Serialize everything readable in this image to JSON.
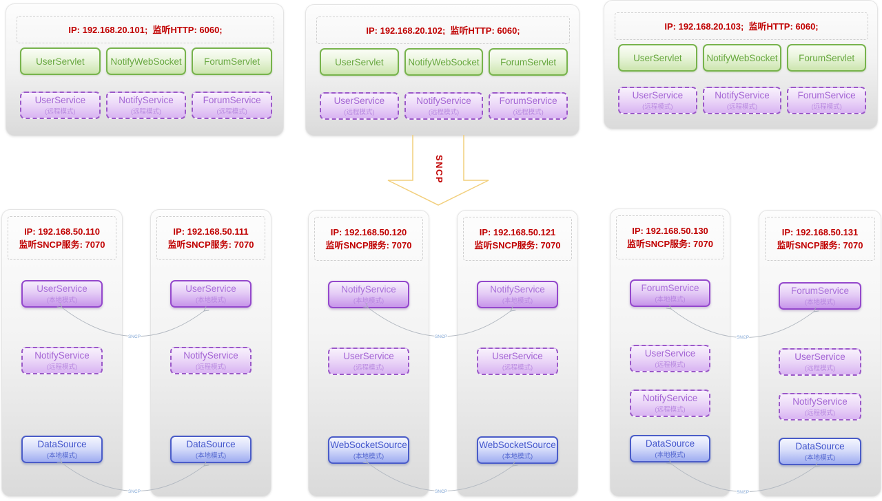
{
  "colors": {
    "header_text": "#c00000",
    "servlet_green_border": "#77b34c",
    "servlet_green_text": "#67a73e",
    "service_purple_border": "#9b59c8",
    "service_purple_text": "#a465d4",
    "source_blue_border": "#4a5cc8",
    "source_blue_text": "#4457cc",
    "container_gradient_bottom": "#dadada",
    "big_arrow_outline": "#f2cf7c",
    "connection_line": "#b4bac2"
  },
  "top_servers": [
    {
      "header": "IP: 192.168.20.101;  监听HTTP: 6060;",
      "servlets": [
        "UserServlet",
        "NotifyWebSocket",
        "ForumServlet"
      ],
      "services": [
        {
          "name": "UserService",
          "mode": "(远程模式)"
        },
        {
          "name": "NotifyService",
          "mode": "(远程模式)"
        },
        {
          "name": "ForumService",
          "mode": "(远程模式)"
        }
      ]
    },
    {
      "header": "IP: 192.168.20.102;  监听HTTP: 6060;",
      "servlets": [
        "UserServlet",
        "NotifyWebSocket",
        "ForumServlet"
      ],
      "services": [
        {
          "name": "UserService",
          "mode": "(远程模式)"
        },
        {
          "name": "NotifyService",
          "mode": "(远程模式)"
        },
        {
          "name": "ForumService",
          "mode": "(远程模式)"
        }
      ]
    },
    {
      "header": "IP: 192.168.20.103;  监听HTTP: 6060;",
      "servlets": [
        "UserServlet",
        "NotifyWebSocket",
        "ForumServlet"
      ],
      "services": [
        {
          "name": "UserService",
          "mode": "(远程模式)"
        },
        {
          "name": "NotifyService",
          "mode": "(远程模式)"
        },
        {
          "name": "ForumService",
          "mode": "(远程模式)"
        }
      ]
    }
  ],
  "sncp_arrow_label": "SNCP",
  "bottom_servers": [
    {
      "ip": "IP: 192.168.50.110",
      "listen": "监听SNCP服务: 7070",
      "items": [
        {
          "name": "UserService",
          "mode": "(本地模式)"
        },
        {
          "name": "NotifyService",
          "mode": "(远程模式)"
        },
        {
          "name": "DataSource",
          "mode": "(本地模式)"
        }
      ]
    },
    {
      "ip": "IP: 192.168.50.111",
      "listen": "监听SNCP服务: 7070",
      "items": [
        {
          "name": "UserService",
          "mode": "(本地模式)"
        },
        {
          "name": "NotifyService",
          "mode": "(远程模式)"
        },
        {
          "name": "DataSource",
          "mode": "(本地模式)"
        }
      ]
    },
    {
      "ip": "IP: 192.168.50.120",
      "listen": "监听SNCP服务: 7070",
      "items": [
        {
          "name": "NotifyService",
          "mode": "(本地模式)"
        },
        {
          "name": "UserService",
          "mode": "(远程模式)"
        },
        {
          "name": "WebSocketSource",
          "mode": "(本地模式)"
        }
      ]
    },
    {
      "ip": "IP: 192.168.50.121",
      "listen": "监听SNCP服务: 7070",
      "items": [
        {
          "name": "NotifyService",
          "mode": "(本地模式)"
        },
        {
          "name": "UserService",
          "mode": "(远程模式)"
        },
        {
          "name": "WebSocketSource",
          "mode": "(本地模式)"
        }
      ]
    },
    {
      "ip": "IP: 192.168.50.130",
      "listen": "监听SNCP服务: 7070",
      "items": [
        {
          "name": "ForumService",
          "mode": "(本地模式)"
        },
        {
          "name": "UserService",
          "mode": "(远程模式)"
        },
        {
          "name": "NotifyService",
          "mode": "(远程模式)"
        },
        {
          "name": "DataSource",
          "mode": "(本地模式)"
        }
      ]
    },
    {
      "ip": "IP: 192.168.50.131",
      "listen": "监听SNCP服务: 7070",
      "items": [
        {
          "name": "ForumService",
          "mode": "(本地模式)"
        },
        {
          "name": "UserService",
          "mode": "(远程模式)"
        },
        {
          "name": "NotifyService",
          "mode": "(远程模式)"
        },
        {
          "name": "DataSource",
          "mode": "(本地模式)"
        }
      ]
    }
  ],
  "connection_labels": [
    "SNCP",
    "SNCP",
    "SNCP",
    "SNCP",
    "SNCP",
    "SNCP"
  ]
}
